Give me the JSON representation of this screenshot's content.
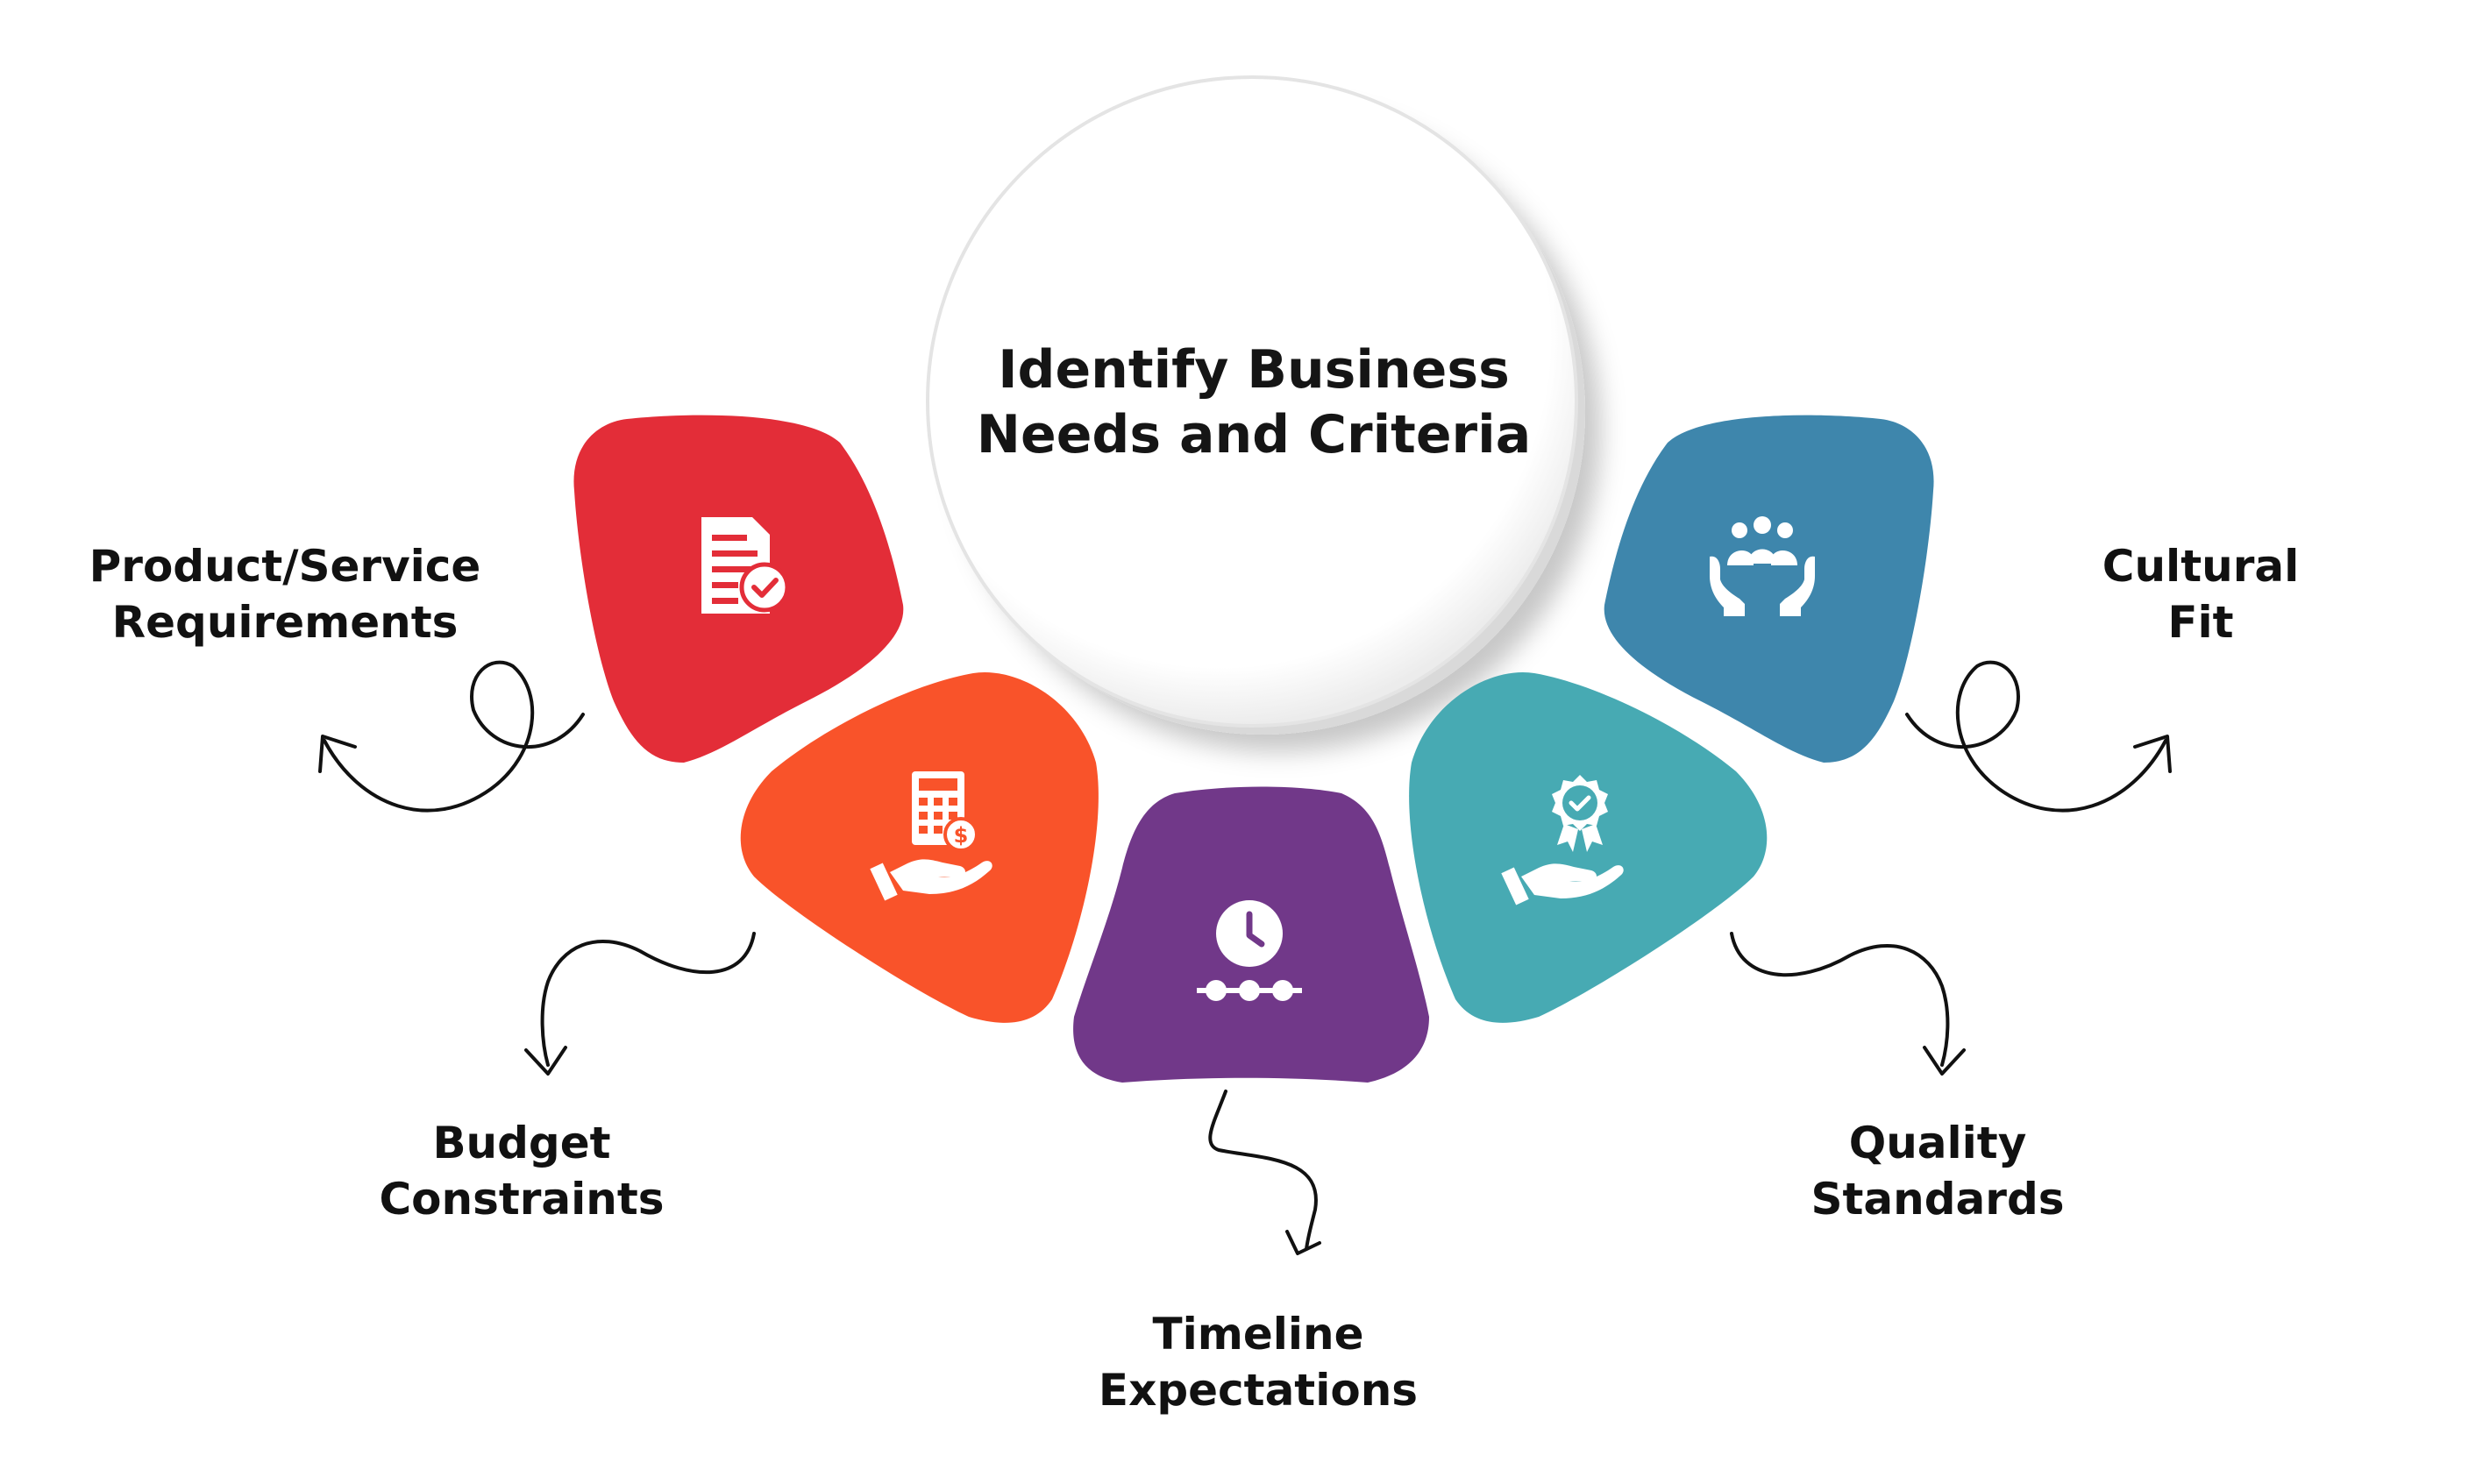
{
  "center": {
    "title_line1": "Identify Business",
    "title_line2": "Needs and Criteria"
  },
  "items": [
    {
      "name": "product-service-requirements",
      "line1": "Product/Service",
      "line2": "Requirements",
      "color": "#E32D38",
      "icon": "document-check-icon"
    },
    {
      "name": "budget-constraints",
      "line1": "Budget",
      "line2": "Constraints",
      "color": "#F9532A",
      "icon": "calculator-hand-icon"
    },
    {
      "name": "timeline-expectations",
      "line1": "Timeline",
      "line2": "Expectations",
      "color": "#713889",
      "icon": "clock-timeline-icon"
    },
    {
      "name": "quality-standards",
      "line1": "Quality",
      "line2": "Standards",
      "color": "#47AAB3",
      "icon": "award-hand-icon"
    },
    {
      "name": "cultural-fit",
      "line1": "Cultural",
      "line2": "Fit",
      "color": "#3E86AC",
      "icon": "team-hands-icon"
    }
  ]
}
